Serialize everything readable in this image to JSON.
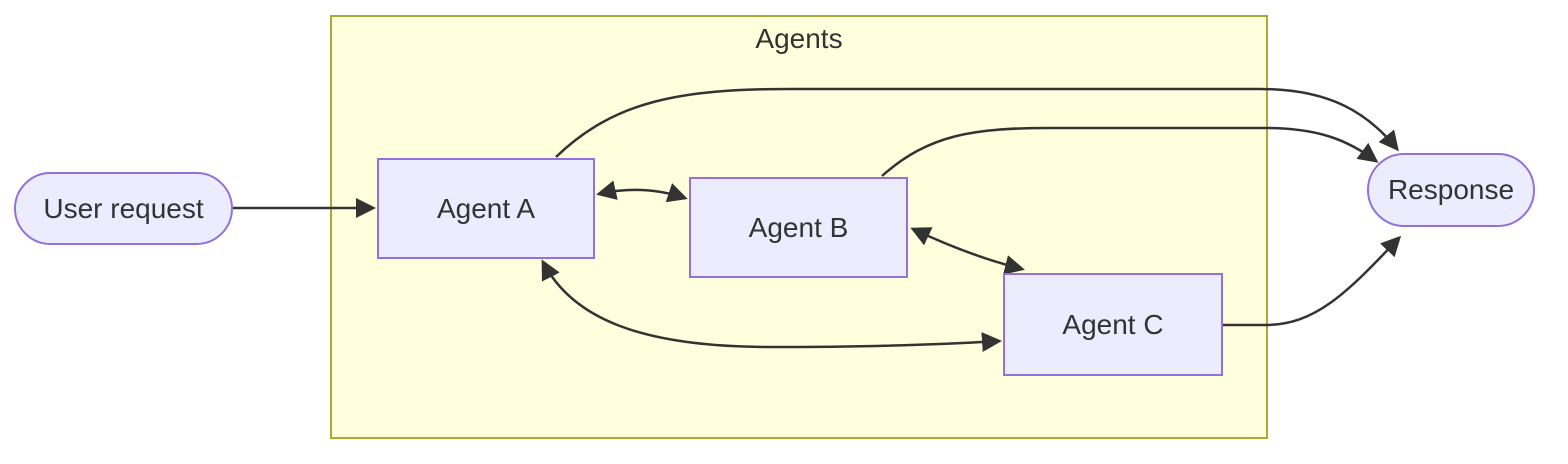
{
  "diagram": {
    "type": "flowchart",
    "cluster": {
      "label": "Agents"
    },
    "nodes": {
      "user_request": {
        "label": "User request",
        "shape": "stadium"
      },
      "agent_a": {
        "label": "Agent A",
        "shape": "rect"
      },
      "agent_b": {
        "label": "Agent B",
        "shape": "rect"
      },
      "agent_c": {
        "label": "Agent C",
        "shape": "rect"
      },
      "response": {
        "label": "Response",
        "shape": "stadium"
      }
    },
    "edges": [
      {
        "from": "user_request",
        "to": "agent_a",
        "direction": "forward"
      },
      {
        "from": "agent_a",
        "to": "agent_b",
        "direction": "bidirectional"
      },
      {
        "from": "agent_b",
        "to": "agent_c",
        "direction": "bidirectional"
      },
      {
        "from": "agent_a",
        "to": "agent_c",
        "direction": "bidirectional"
      },
      {
        "from": "agent_a",
        "to": "response",
        "direction": "forward"
      },
      {
        "from": "agent_b",
        "to": "response",
        "direction": "forward"
      },
      {
        "from": "agent_c",
        "to": "response",
        "direction": "forward"
      }
    ],
    "colors": {
      "node_fill": "#ececff",
      "node_border": "#9370db",
      "cluster_fill": "#ffffde",
      "cluster_border": "#aaaa33",
      "edge": "#333333",
      "text": "#333333",
      "background": "#ffffff"
    }
  }
}
